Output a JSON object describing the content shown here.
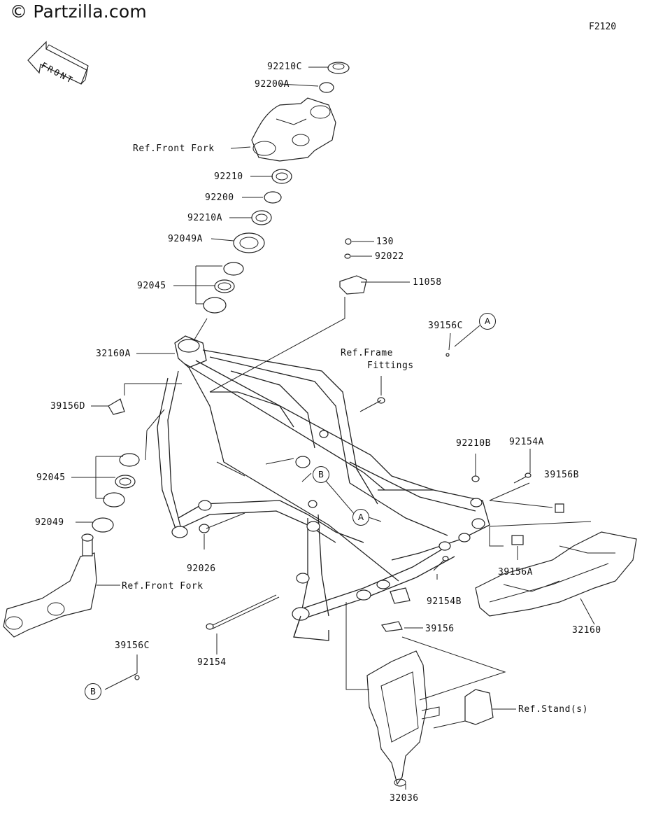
{
  "watermark": "© Partzilla.com",
  "diagram_code": "F2120",
  "front_arrow_label": "FRONT",
  "labels": {
    "p92210C": "92210C",
    "p92200A": "92200A",
    "ref_front_fork_top": "Ref.Front Fork",
    "p92210": "92210",
    "p92200": "92200",
    "p92210A": "92210A",
    "p92049A": "92049A",
    "p92045_top": "92045",
    "p130": "130",
    "p92022": "92022",
    "p11058": "11058",
    "p39156C_top": "39156C",
    "circle_A_top": "A",
    "p32160A": "32160A",
    "ref_frame_fittings_1": "Ref.Frame",
    "ref_frame_fittings_2": "Fittings",
    "p39156D": "39156D",
    "p92210B": "92210B",
    "p92154A": "92154A",
    "p39156B": "39156B",
    "circle_B_mid": "B",
    "p92045_bottom": "92045",
    "circle_A_mid": "A",
    "p92049": "92049",
    "p39156A": "39156A",
    "p92026": "92026",
    "ref_front_fork_bottom": "Ref.Front Fork",
    "p92154B": "92154B",
    "p32160": "32160",
    "p39156": "39156",
    "p39156C_bottom": "39156C",
    "p92154": "92154",
    "circle_B_bottom": "B",
    "ref_stands": "Ref.Stand(s)",
    "p32036": "32036"
  }
}
